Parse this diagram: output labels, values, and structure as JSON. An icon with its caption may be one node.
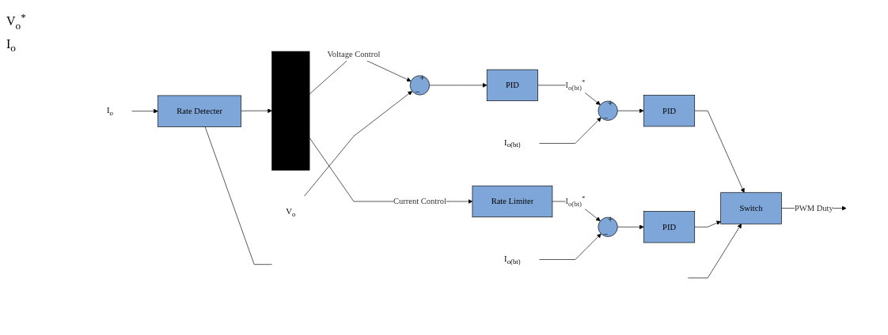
{
  "diagram": {
    "nodes": [
      {
        "text": [
          "I$_{o}$"
        ]
      },
      {
        "text": [
          "Rate Detecter"
        ]
      },
      {
        "text": [],
        "shape": "bar"
      },
      {
        "text": [
          "+",
          "−"
        ]
      },
      {
        "text": [
          "PID"
        ]
      },
      {
        "text": [
          "+",
          "−"
        ]
      },
      {
        "text": [
          "PID"
        ]
      },
      {
        "text": [
          "V$_{o}$"
        ]
      },
      {
        "text": [
          "I$_{o(bt)}$"
        ]
      },
      {
        "text": [
          "Switch"
        ]
      },
      {
        "text": [
          "Rate Limiter"
        ]
      },
      {
        "text": [
          "+",
          "−"
        ]
      },
      {
        "text": [
          "PID"
        ]
      },
      {
        "text": [
          "I$_{o(bt)}$"
        ]
      }
    ],
    "edges": [
      {
        "from": 0,
        "to": 1,
        "arrow": "to"
      },
      {
        "from": 1,
        "to": 2,
        "arrow": "to"
      },
      {
        "from": 2,
        "to": 3,
        "arrow": "to",
        "label": "Voltage Control"
      },
      {
        "from": 3,
        "to": 4,
        "arrow": "to"
      },
      {
        "from": 4,
        "to": 5,
        "arrow": "to",
        "label": "I$_{o(bt)}$$^{*}$"
      },
      {
        "from": 5,
        "to": 6,
        "arrow": "to"
      },
      {
        "from": 7,
        "to": 3,
        "arrow": "to"
      },
      {
        "from": 8,
        "to": 5,
        "arrow": "to"
      },
      {
        "from": 6,
        "to": 9,
        "arrow": "to"
      },
      {
        "from": 2,
        "to": 10,
        "arrow": "to",
        "label": "Current Control"
      },
      {
        "from": 10,
        "to": 11,
        "arrow": "to",
        "label": "I$_{o(bt)}$$^{*}$"
      },
      {
        "from": 11,
        "to": 12,
        "arrow": "to"
      },
      {
        "from": 13,
        "to": 11,
        "arrow": "to"
      },
      {
        "from": 12,
        "to": 9,
        "arrow": "to"
      },
      {
        "from": 1,
        "to": null,
        "arrow": "none"
      },
      {
        "from": null,
        "to": 9,
        "arrow": "to"
      },
      {
        "from": 9,
        "to": null,
        "arrow": "to",
        "label": "PWM Duty"
      }
    ],
    "labels": [
      "V$_{o}$$^{*}$",
      "I$_{o}$"
    ]
  }
}
